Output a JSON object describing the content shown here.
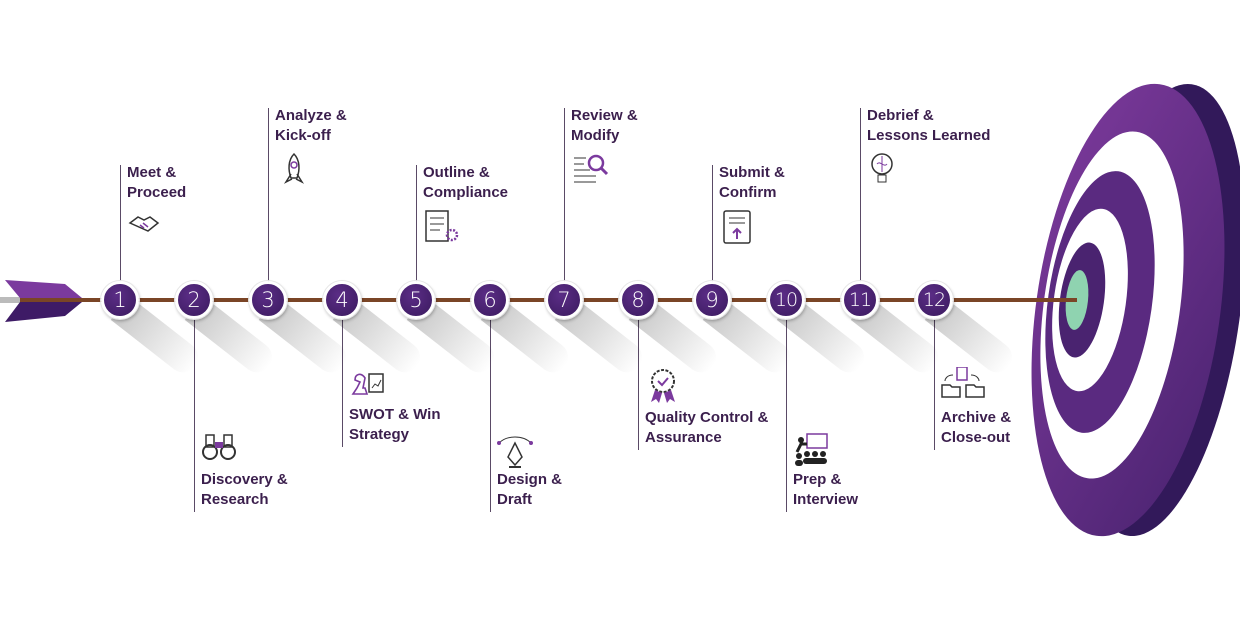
{
  "title": "Proposal Process Timeline",
  "colors": {
    "purple": "#4a2370",
    "label": "#3b1f4d",
    "shaft": "#7a4526",
    "bullseye": "#8fd3b0"
  },
  "steps": [
    {
      "number": "1",
      "line1": "Meet &",
      "line2": "Proceed",
      "icon": "handshake-icon"
    },
    {
      "number": "2",
      "line1": "Discovery &",
      "line2": "Research",
      "icon": "binoculars-icon"
    },
    {
      "number": "3",
      "line1": "Analyze &",
      "line2": "Kick-off",
      "icon": "rocket-icon"
    },
    {
      "number": "4",
      "line1": "SWOT & Win",
      "line2": "Strategy",
      "icon": "chess-strategy-icon"
    },
    {
      "number": "5",
      "line1": "Outline &",
      "line2": "Compliance",
      "icon": "checklist-gear-icon"
    },
    {
      "number": "6",
      "line1": "Design &",
      "line2": "Draft",
      "icon": "pen-tool-icon"
    },
    {
      "number": "7",
      "line1": "Review &",
      "line2": "Modify",
      "icon": "magnifier-document-icon"
    },
    {
      "number": "8",
      "line1": "Quality Control &",
      "line2": "Assurance",
      "icon": "award-badge-icon"
    },
    {
      "number": "9",
      "line1": "Submit &",
      "line2": "Confirm",
      "icon": "upload-document-icon"
    },
    {
      "number": "10",
      "line1": "Prep &",
      "line2": "Interview",
      "icon": "presentation-audience-icon"
    },
    {
      "number": "11",
      "line1": "Debrief &",
      "line2": "Lessons Learned",
      "icon": "brain-bulb-icon"
    },
    {
      "number": "12",
      "line1": "Archive &",
      "line2": "Close-out",
      "icon": "archive-folders-icon"
    }
  ]
}
